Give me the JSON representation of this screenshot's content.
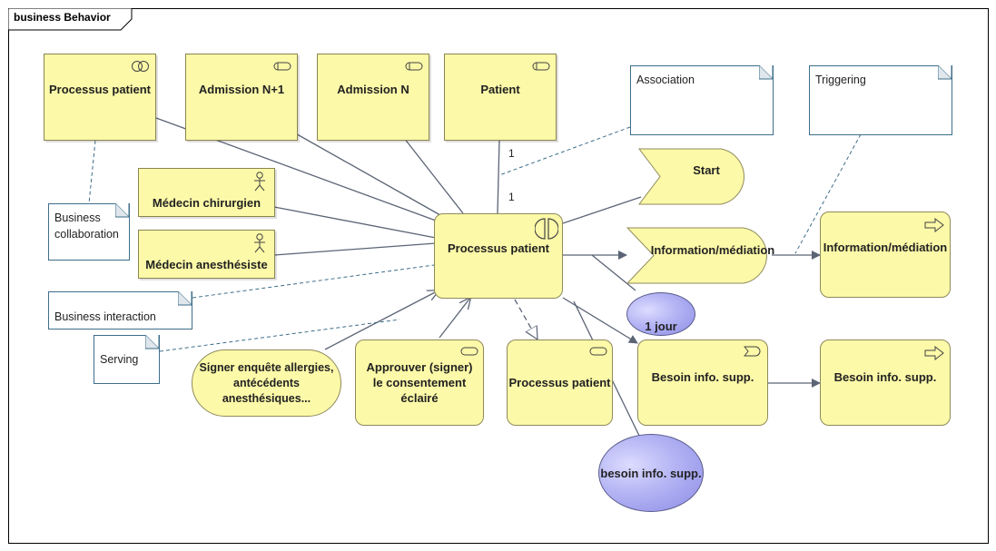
{
  "frame": {
    "title": "business Behavior"
  },
  "colors": {
    "node_fill": "#fcf9a8",
    "node_border": "#8f8a5c",
    "edge": "#5b6475",
    "note_border": "#3e6e8a",
    "ellipse": "#a8a8f0"
  },
  "nodes": {
    "collab": {
      "label": "Processus patient",
      "icon": "collaboration-icon"
    },
    "admission_n1": {
      "label": "Admission N+1",
      "icon": "business-object-icon"
    },
    "admission_n": {
      "label": "Admission N",
      "icon": "business-object-icon"
    },
    "patient": {
      "label": "Patient",
      "icon": "business-object-icon"
    },
    "chirurgien": {
      "label": "Médecin chirurgien",
      "icon": "actor-icon"
    },
    "anesthesiste": {
      "label": "Médecin anesthésiste",
      "icon": "actor-icon"
    },
    "central": {
      "label": "Processus patient",
      "icon": "interaction-icon"
    },
    "start": {
      "label": "Start"
    },
    "info_event": {
      "label": "Information/médiation"
    },
    "info_process": {
      "label": "Information/médiation",
      "icon": "process-arrow-icon"
    },
    "signer": {
      "label": "Signer enquête allergies, antécédents anesthésiques..."
    },
    "approuver": {
      "label": "Approuver (signer) le consentement éclairé",
      "icon": "service-icon"
    },
    "process_service": {
      "label": "Processus patient",
      "icon": "service-icon"
    },
    "besoin_event": {
      "label": "Besoin info. supp.",
      "icon": "event-icon"
    },
    "besoin_process": {
      "label": "Besoin info. supp.",
      "icon": "process-arrow-icon"
    },
    "jour": {
      "label": "1 jour"
    },
    "besoin_ellipse": {
      "label": "besoin info. supp."
    }
  },
  "notes": {
    "association": "Association",
    "triggering": "Triggering",
    "business_collaboration": "Business collaboration",
    "business_interaction": "Business interaction",
    "serving": "Serving"
  },
  "multiplicities": {
    "upper": "1",
    "lower": "1"
  }
}
